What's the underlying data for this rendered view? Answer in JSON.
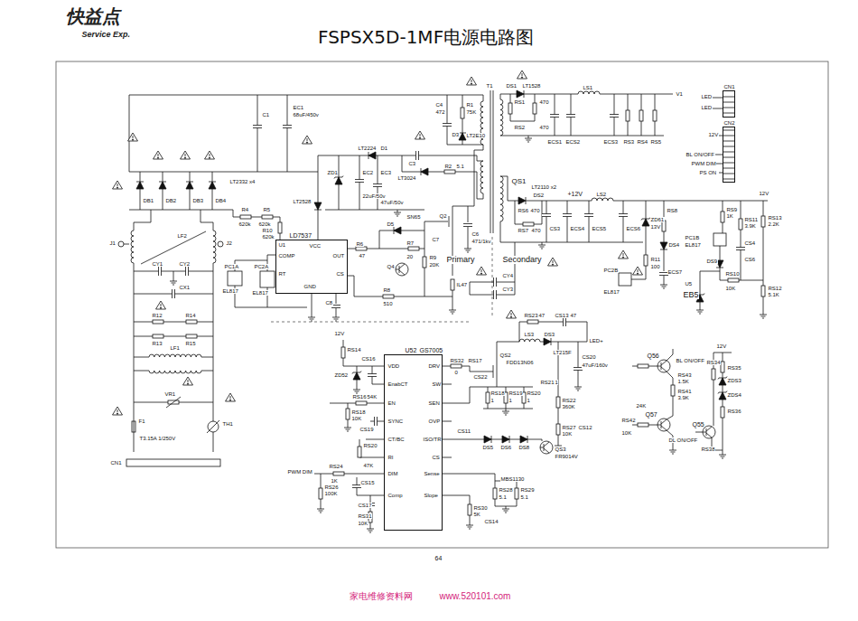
{
  "diagram": {
    "title": "FSPSX5D-1MF电源电路图",
    "nodes": [
      {
        "text": [
          "LD7537",
          "U1"
        ]
      },
      {
        "text": [
          "U52",
          "GS7005"
        ]
      },
      {
        "text": [
          "CN1"
        ]
      },
      {
        "text": [
          "CN2"
        ]
      }
    ],
    "labels": [
      "快益点",
      "Service Exp.",
      "64",
      "家电维修资料网",
      "www.520101.com",
      "C1",
      "EC1",
      "68uF/450v",
      "DB1",
      "DB2",
      "DB3",
      "DB4",
      "LT2332 x4",
      "J1",
      "J2",
      "LF2",
      "CY1",
      "CY2",
      "CX1",
      "R12",
      "R14",
      "R13",
      "R15",
      "LF1",
      "VR1",
      "F1",
      "T3.15A 1/250V",
      "TH1",
      "CN1",
      "PC1A",
      "EL817",
      "PC2A",
      "EL817",
      "R4",
      "620k",
      "R5",
      "620k",
      "R10",
      "620k",
      "LT2528",
      "COMP",
      "VCC",
      "OUT",
      "RT",
      "GND",
      "CS",
      "R6",
      "47",
      "R8",
      "510",
      "C8",
      "ZD1",
      "EC2",
      "22uF/50v",
      "EC3",
      "47uF/50v",
      "LT2224",
      "D1",
      "C3",
      "LT3024",
      "R2",
      "5.1",
      "C4",
      "472",
      "R1",
      "75K",
      "D3",
      "LT2E10",
      "T1",
      "D5",
      "Q4",
      "R7",
      "20",
      "R9",
      "20K",
      "C7",
      "SN65",
      "Q2",
      "C6",
      "471/1kv",
      "Primary",
      "Secondary",
      "IL47",
      "CY4",
      "CY3",
      "DS1",
      "LT1528",
      "RS1",
      "470",
      "RS2",
      "470",
      "LS1",
      "V1",
      "ECS1",
      "ECS2",
      "ECS3",
      "RS3",
      "RS4",
      "RS5",
      "QS1",
      "LT2110 x2",
      "DS2",
      "RS6",
      "470",
      "RS7",
      "470",
      "+12V",
      "LS2",
      "12V",
      "CS3",
      "ECS4",
      "ECS5",
      "ECS6",
      "ZD61",
      "13V",
      "RS8",
      "DS4",
      "R11",
      "100",
      "PC2B",
      "EL817",
      "ECS7",
      "U5",
      "EB5",
      "PC1B",
      "EL817",
      "DS9",
      "RS9",
      "1K",
      "RS11",
      "3.9K",
      "RS13",
      "2.2K",
      "RS10",
      "10K",
      "CS4",
      "CS6",
      "RS12",
      "5.1K",
      "LED",
      "LED",
      "12V",
      "BL ON/OFF",
      "PWM DIM",
      "PS ON",
      "VDD",
      "EnabCT",
      "EN",
      "SYNC",
      "CT/BC",
      "RI",
      "DIM",
      "Comp",
      "DRV",
      "SW",
      "SEN",
      "OVP",
      "ISO/TR",
      "CS",
      "Sense",
      "Slope",
      "12V",
      "RS14",
      "ZD52",
      "CS16",
      "RS16",
      "54K",
      "RS18",
      "10K",
      "CS19",
      "RS20",
      "47K",
      "PWM DIM",
      "RS24",
      "1K",
      "RS26",
      "100K",
      "CS15",
      "CS17",
      "RS31",
      "10K",
      "RS30",
      "5K",
      "CS14",
      "RS32",
      "0",
      "RS17",
      "QS2",
      "FDD13N06",
      "CS22",
      "RS18",
      "RS19",
      "RS20",
      "1",
      "1",
      "1",
      "RS21",
      "1",
      "LS3",
      "DS3",
      "LT215F",
      "RS23",
      "47",
      "CS13",
      "47",
      "CS20",
      "47uF/160v",
      "RS22",
      "360K",
      "RS27",
      "10K",
      "CS11",
      "DS5",
      "DS6",
      "DS8",
      "QS3",
      "FR9014V",
      "CS12",
      "MBS1130",
      "RS28",
      "RS29",
      "5.1",
      "5.1",
      "LED+",
      "Q56",
      "BL ON/OFF",
      "RS43",
      "1.5K",
      "RS41",
      "3.9K",
      "24K",
      "Q57",
      "RS42",
      "10K",
      "12V",
      "RS34",
      "RS35",
      "ZDS3",
      "ZDS4",
      "RS36",
      "Q55",
      "DL ON/OFF",
      "RS38"
    ]
  }
}
